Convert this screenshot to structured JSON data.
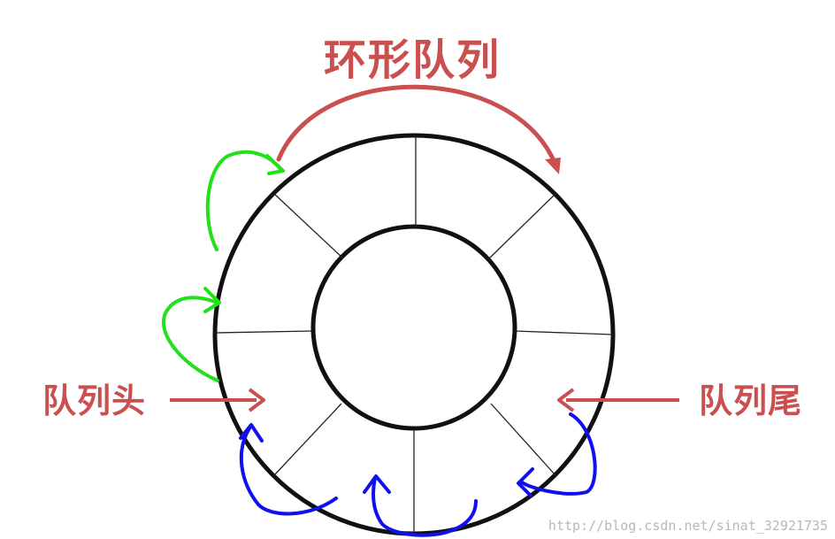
{
  "title": "环形队列",
  "labels": {
    "head": "队列头",
    "tail": "队列尾"
  },
  "watermark": "http://blog.csdn.net/sinat_32921735",
  "ring": {
    "segments": 8
  },
  "colors": {
    "red": "#c9504f",
    "ring": "#111111",
    "green": "#22e01a",
    "blue": "#1010ee"
  }
}
